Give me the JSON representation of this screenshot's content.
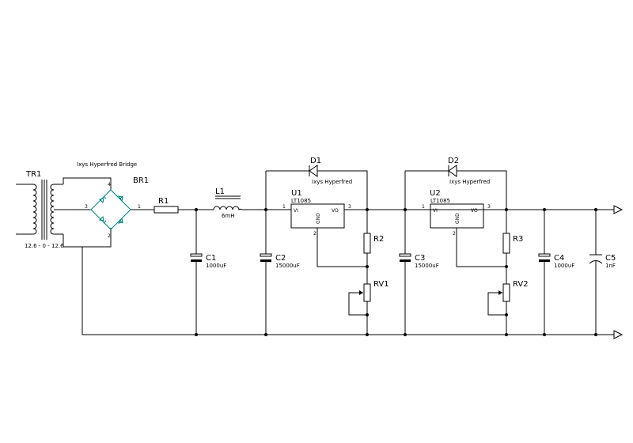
{
  "title": "",
  "components": {
    "tr1": {
      "ref": "TR1",
      "value": "12.6 - 0 - 12.6"
    },
    "br1": {
      "ref": "BR1",
      "value": "Ixys Hyperfred Bridge",
      "pins": [
        "4",
        "3",
        "1",
        "2"
      ]
    },
    "r1": {
      "ref": "R1"
    },
    "l1": {
      "ref": "L1",
      "value": "6mH"
    },
    "c1": {
      "ref": "C1",
      "value": "1000uF"
    },
    "c2": {
      "ref": "C2",
      "value": "15000uF"
    },
    "d1": {
      "ref": "D1",
      "value": "Ixys Hyperfred"
    },
    "u1": {
      "ref": "U1",
      "part": "LT1085",
      "pin_vi": "VI",
      "pin_vo": "VO",
      "pin_gnd": "GND",
      "n1": "1",
      "n3": "3",
      "n2": "2"
    },
    "r2": {
      "ref": "R2"
    },
    "rv1": {
      "ref": "RV1"
    },
    "c3": {
      "ref": "C3",
      "value": "15000uF"
    },
    "d2": {
      "ref": "D2",
      "value": "Ixys Hyperfred"
    },
    "u2": {
      "ref": "U2",
      "part": "LT1085",
      "pin_vi": "VI",
      "pin_vo": "VO",
      "pin_gnd": "GND",
      "n1": "1",
      "n3": "3",
      "n2": "2"
    },
    "r3": {
      "ref": "R3"
    },
    "rv2": {
      "ref": "RV2"
    },
    "c4": {
      "ref": "C4",
      "value": "1000uF"
    },
    "c5": {
      "ref": "C5",
      "value": "1nF"
    }
  },
  "colors": {
    "wire": "#000000",
    "diode_symbol": "#008080"
  }
}
